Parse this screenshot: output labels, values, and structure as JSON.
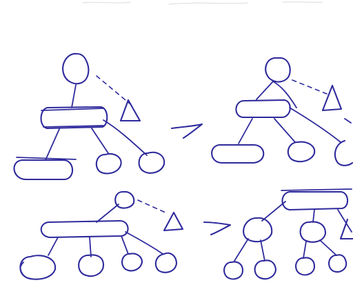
{
  "canvas": {
    "background": "#ffffff",
    "ink_color": "#2f2a9c"
  },
  "sketch": {
    "title": "",
    "panels": [
      {
        "id": "top-before",
        "root": "circle",
        "link": "dashed",
        "target": "triangle",
        "children": [
          "wide-node",
          "circle",
          "circle"
        ]
      },
      {
        "id": "top-after",
        "root": "circle",
        "link": "dashed",
        "target": "triangle",
        "children": [
          "wide-node",
          "circle",
          "circle"
        ]
      },
      {
        "id": "bottom-before",
        "root": "wide-node",
        "link": "dashed",
        "target": "triangle",
        "children": [
          "circle",
          "circle",
          "circle",
          "circle"
        ]
      },
      {
        "id": "bottom-after",
        "root": "wide-node",
        "children": [
          "circle",
          "circle",
          "circle",
          "circle",
          "circle"
        ]
      }
    ],
    "arrows": [
      {
        "from": "top-before",
        "to": "top-after"
      },
      {
        "from": "bottom-before",
        "to": "bottom-after"
      }
    ]
  }
}
